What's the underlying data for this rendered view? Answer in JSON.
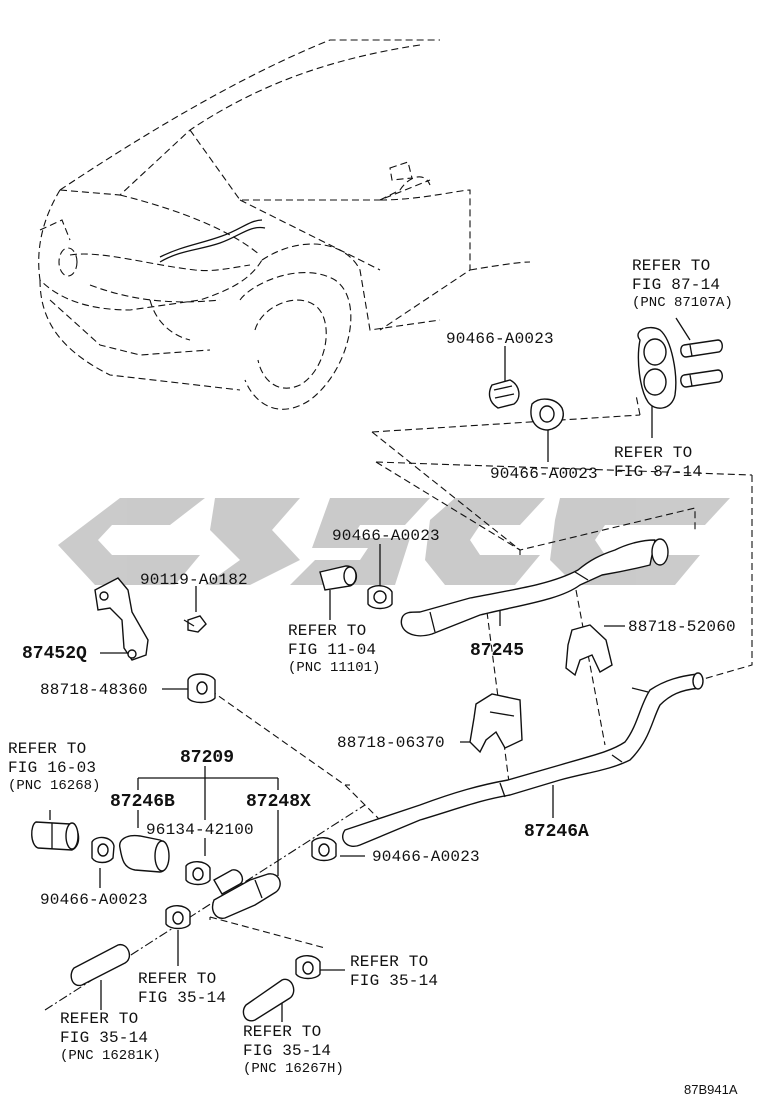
{
  "diagram_id": "87B941A",
  "watermark": {
    "color": "#c8c8c8"
  },
  "labels": {
    "p_87245": "87245",
    "p_87246A": "87246A",
    "p_87209": "87209",
    "p_87246B": "87246B",
    "p_87248X": "87248X",
    "p_87452Q": "87452Q",
    "p_90466_a": "90466-A0023",
    "p_90466_b": "90466-A0023",
    "p_90466_c": "90466-A0023",
    "p_90466_d": "90466-A0023",
    "p_90466_e": "90466-A0023",
    "p_90119": "90119-A0182",
    "p_88718_48360": "88718-48360",
    "p_88718_52060": "88718-52060",
    "p_88718_06370": "88718-06370",
    "p_96134": "96134-42100"
  },
  "refs": {
    "r1": {
      "line1": "REFER TO",
      "line2": "FIG 87-14",
      "line3": "(PNC 87107A)"
    },
    "r2": {
      "line1": "REFER TO",
      "line2": "FIG 87-14"
    },
    "r3": {
      "line1": "REFER TO",
      "line2": "FIG 11-04",
      "line3": "(PNC 11101)"
    },
    "r4": {
      "line1": "REFER TO",
      "line2": "FIG 16-03",
      "line3": "(PNC 16268)"
    },
    "r5": {
      "line1": "REFER TO",
      "line2": "FIG 35-14"
    },
    "r6": {
      "line1": "REFER TO",
      "line2": "FIG 35-14"
    },
    "r7": {
      "line1": "REFER TO",
      "line2": "FIG 35-14",
      "line3": "(PNC 16281K)"
    },
    "r8": {
      "line1": "REFER TO",
      "line2": "FIG 35-14",
      "line3": "(PNC 16267H)"
    }
  }
}
